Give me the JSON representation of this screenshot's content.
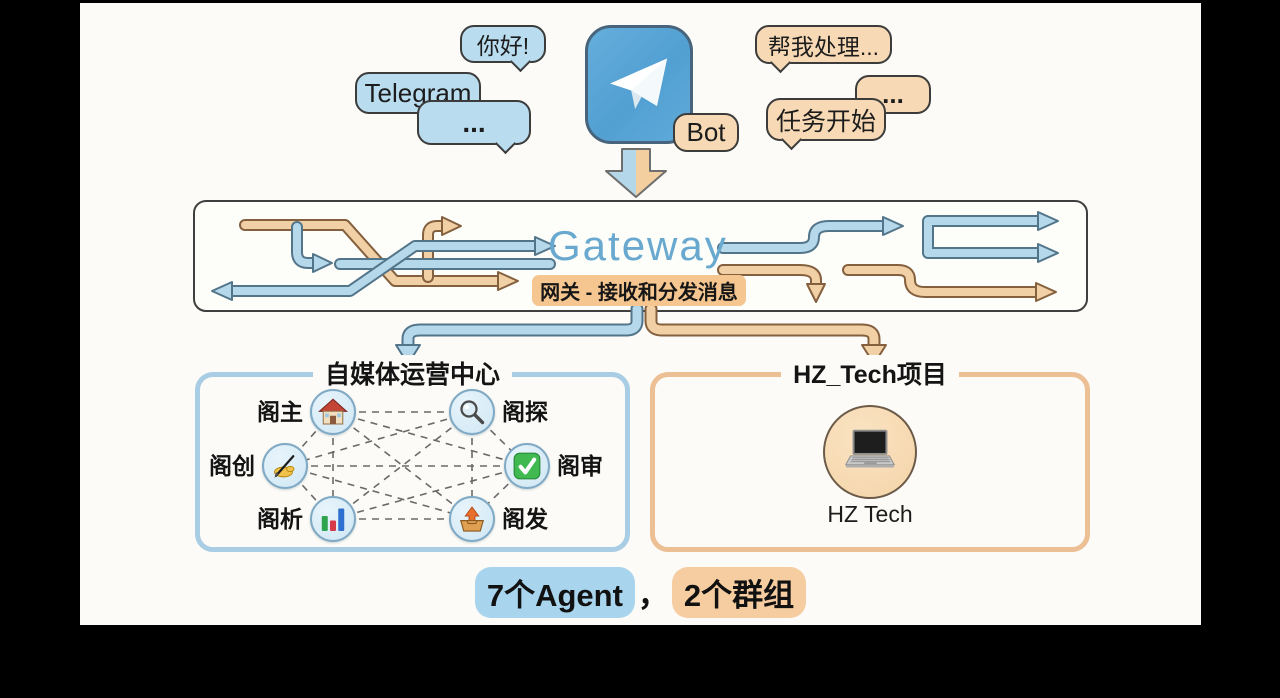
{
  "bubbles": {
    "hello": "你好!",
    "telegram": "Telegram",
    "dots_left": "...",
    "bot": "Bot",
    "help": "帮我处理...",
    "dots_right": "...",
    "task": "任务开始"
  },
  "gateway": {
    "title": "Gateway",
    "subtitle": "网关 - 接收和分发消息"
  },
  "left_group": {
    "title": "自媒体运营中心",
    "agents": [
      {
        "name": "阁主",
        "icon": "house-icon"
      },
      {
        "name": "阁探",
        "icon": "search-icon"
      },
      {
        "name": "阁创",
        "icon": "writing-hand-icon"
      },
      {
        "name": "阁审",
        "icon": "check-icon"
      },
      {
        "name": "阁析",
        "icon": "bar-chart-icon"
      },
      {
        "name": "阁发",
        "icon": "outbox-icon"
      }
    ]
  },
  "right_group": {
    "title": "HZ_Tech项目",
    "agent_name": "HZ Tech",
    "icon": "laptop-icon"
  },
  "caption": {
    "part1": "7个Agent",
    "comma": "，",
    "part2": "2个群组"
  },
  "colors": {
    "telegram_blue": "#58a6d6",
    "bubble_blue": "#b9dcef",
    "bubble_orange": "#f7d9b5",
    "gateway_text": "#69a9cf",
    "subtitle_highlight": "#f6c690",
    "arrow_blue": "#b5d8eb",
    "arrow_orange": "#f2d0a6",
    "box_blue_border": "#a9cde4",
    "box_orange_border": "#ecbf94",
    "caption_blue": "#a9d4ed",
    "caption_orange": "#f5cda0"
  }
}
